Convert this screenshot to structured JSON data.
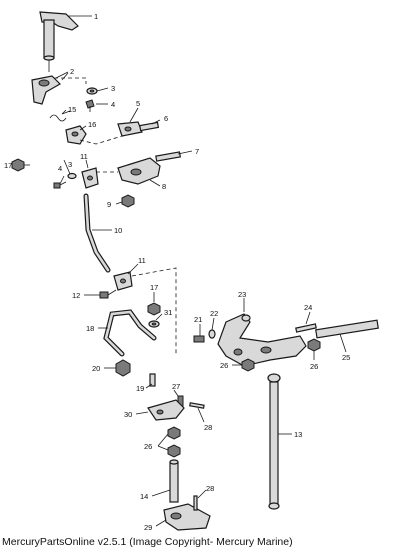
{
  "callouts": {
    "c1": "1",
    "c2": "2",
    "c3a": "3",
    "c3b": "3",
    "c4a": "4",
    "c4b": "4",
    "c5": "5",
    "c6": "6",
    "c7": "7",
    "c8": "8",
    "c9": "9",
    "c10": "10",
    "c11a": "11",
    "c11b": "11",
    "c12": "12",
    "c13": "13",
    "c14": "14",
    "c15": "15",
    "c16": "16",
    "c17a": "17",
    "c17b": "17",
    "c18": "18",
    "c19": "19",
    "c20": "20",
    "c21": "21",
    "c22": "22",
    "c23": "23",
    "c24": "24",
    "c25": "25",
    "c26a": "26",
    "c26b": "26",
    "c26c": "26",
    "c27": "27",
    "c28a": "28",
    "c28b": "28",
    "c29": "29",
    "c30": "30",
    "c31": "31"
  },
  "footer": {
    "caption": "MercuryPartsOnline v2.5.1 (Image Copyright- Mercury Marine)"
  }
}
